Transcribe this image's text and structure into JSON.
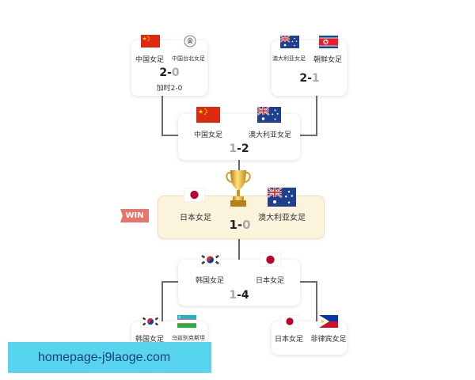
{
  "bracket": {
    "semi_top_left": {
      "team_a": "中国女足",
      "team_b": "中国台北女足",
      "score_a": "2",
      "score_b": "0",
      "extra": "加时2-0"
    },
    "semi_top_right": {
      "team_a": "澳大利亚女足",
      "team_b": "朝鲜女足",
      "score_a": "2",
      "score_b": "1"
    },
    "semi_top": {
      "team_a": "中国女足",
      "team_b": "澳大利亚女足",
      "score_a": "1",
      "score_b": "2"
    },
    "final": {
      "badge": "WIN",
      "team_a": "日本女足",
      "team_b": "澳大利亚女足",
      "score_a": "1",
      "score_b": "0"
    },
    "semi_bottom": {
      "team_a": "韩国女足",
      "team_b": "日本女足",
      "score_a": "1",
      "score_b": "4"
    },
    "qf_bottom_left": {
      "team_a": "韩国女足",
      "team_b": "乌兹别克斯坦"
    },
    "qf_bottom_right": {
      "team_a": "日本女足",
      "team_b": "菲律宾女足"
    }
  },
  "icons": [
    "flag-china-icon",
    "flag-chinese-taipei-icon",
    "flag-australia-icon",
    "flag-north-korea-icon",
    "flag-japan-icon",
    "flag-south-korea-icon",
    "flag-uzbekistan-icon",
    "flag-philippines-icon",
    "trophy-icon"
  ],
  "colors": {
    "win_badge": "#e8746c",
    "final_card": "#fbf3dc",
    "banner": "#57d5ee",
    "banner_text": "#1b3e7a"
  },
  "watermark": {
    "text": "homepage-j9laoge.com"
  }
}
